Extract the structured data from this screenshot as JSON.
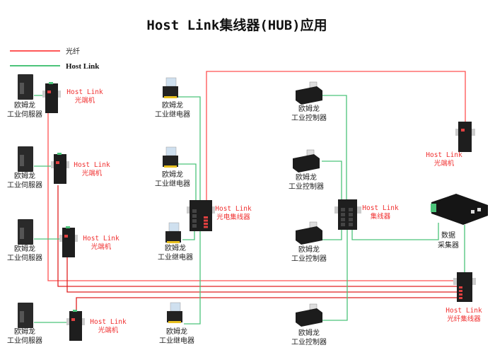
{
  "title": "Host Link集线器(HUB)应用",
  "legend": [
    {
      "label": "光纤",
      "color": "#ff2020"
    },
    {
      "label": "Host Link",
      "color": "#4cc47a"
    }
  ],
  "device_labels": {
    "servo": [
      "欧姆龙",
      "工业伺服器"
    ],
    "relay": [
      "欧姆龙",
      "工业继电器"
    ],
    "controller": [
      "欧姆龙",
      "工业控制器"
    ],
    "collector": [
      "数据",
      "采集器"
    ],
    "converter": [
      "Host Link",
      "光端机"
    ],
    "hub_oe": [
      "Host Link",
      "光电集线器"
    ],
    "hub": [
      "Host Link",
      "集线器"
    ],
    "hub_fiber": [
      "Host Link",
      "光纤集线器"
    ]
  },
  "colors": {
    "fiber": "#ff2020",
    "hostlink": "#4cc47a",
    "label_red": "#f03030"
  }
}
